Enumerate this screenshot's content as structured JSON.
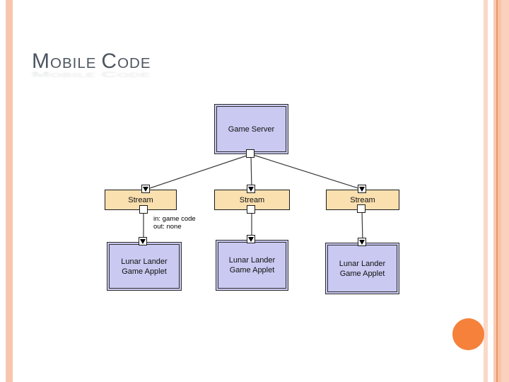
{
  "title": {
    "word1_lead": "M",
    "word1_rest": "OBILE",
    "word2_lead": "C",
    "word2_rest": "ODE"
  },
  "diagram": {
    "server": {
      "label": "Game Server"
    },
    "streams": [
      {
        "label": "Stream"
      },
      {
        "label": "Stream"
      },
      {
        "label": "Stream"
      }
    ],
    "applets": [
      {
        "line1": "Lunar Lander",
        "line2": "Game Applet"
      },
      {
        "line1": "Lunar Lander",
        "line2": "Game Applet"
      },
      {
        "line1": "Lunar Lander",
        "line2": "Game Applet"
      }
    ],
    "annotation": {
      "line1": "in: game code",
      "line2": "out: none"
    }
  },
  "colors": {
    "title-text": "#4d5660",
    "node-purple": "#c9c9f1",
    "node-wheat": "#fadfaf",
    "node-border": "#2e2e2e",
    "line": "#3a3a3a",
    "stripe-peach": "#f7c6ad",
    "stripe-light": "#fbd9c8",
    "stripe-mid": "#fac9b1",
    "stripe-mid2": "#f8c3a8",
    "stripe-wide": "#fbd0bd",
    "stripe-dark": "#e9995f",
    "circle-orange": "#f5813a"
  }
}
